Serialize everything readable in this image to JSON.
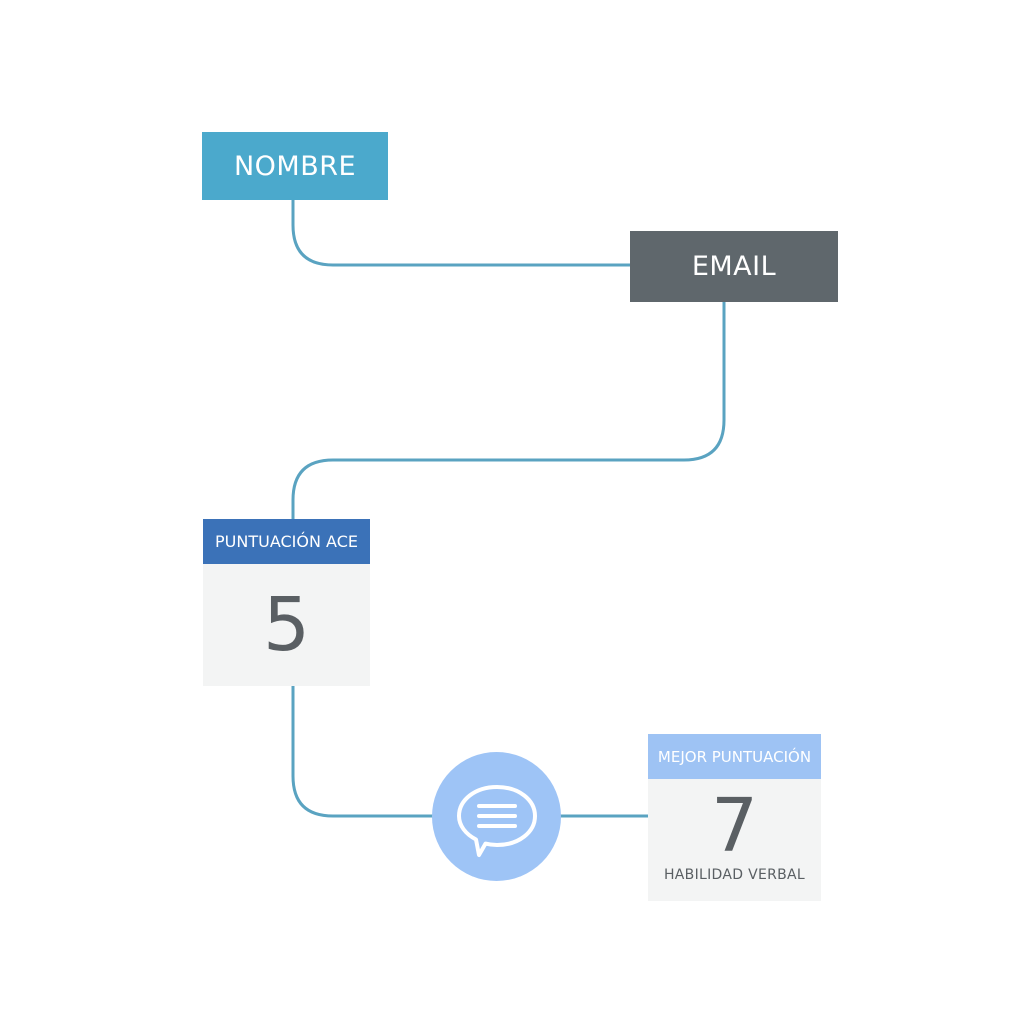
{
  "nodes": {
    "nombre": {
      "label": "NOMBRE",
      "color": "#4ba9cc"
    },
    "email": {
      "label": "EMAIL",
      "color": "#5f676c"
    },
    "ace_score": {
      "header": "PUNTUACIÓN ACE",
      "value": "5",
      "header_color": "#3b72b8"
    },
    "best_score": {
      "header": "MEJOR PUNTUACIÓN",
      "value": "7",
      "subtitle": "HABILIDAD VERBAL",
      "header_color": "#9ec3f4"
    }
  },
  "icons": {
    "chat": {
      "name": "chat-bubble-icon",
      "color": "#9ec4f6"
    }
  },
  "connector_color": "#5aa3c1"
}
